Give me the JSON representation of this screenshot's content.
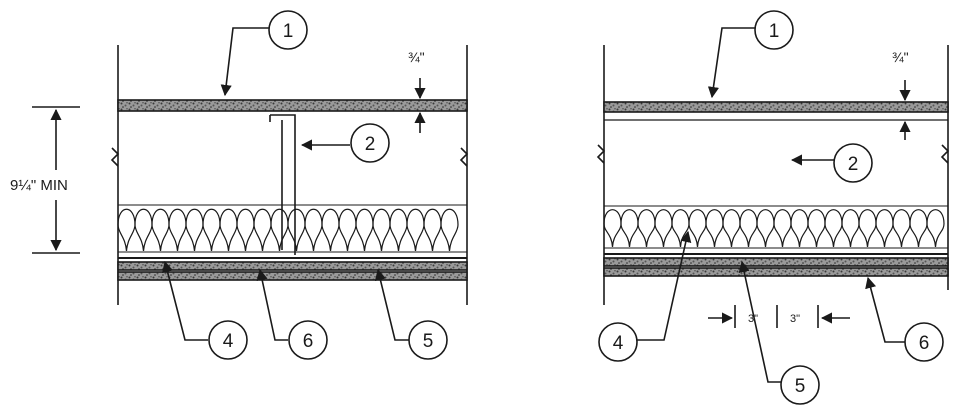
{
  "diagrams": {
    "left": {
      "callouts": [
        "1",
        "2",
        "4",
        "6",
        "5"
      ],
      "thickness_label": "¾\"",
      "depth_label": "9¼\" MIN"
    },
    "right": {
      "callouts": [
        "1",
        "2",
        "4",
        "5",
        "6"
      ],
      "thickness_label": "¾\"",
      "spacing_labels": [
        "3\"",
        "3\""
      ]
    }
  },
  "colors": {
    "line": "#1a1a1a",
    "board_fill": "#8a8a8a",
    "background": "#ffffff"
  }
}
